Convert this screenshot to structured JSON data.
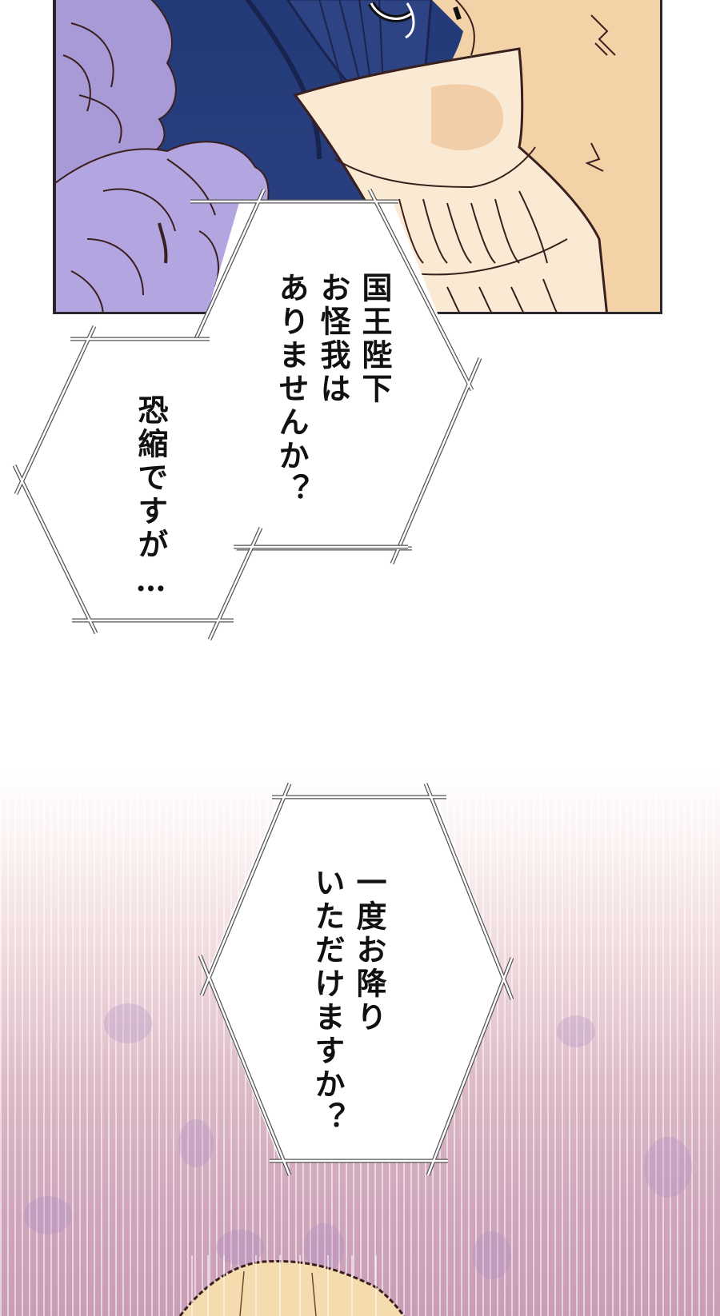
{
  "page": {
    "type": "vertical-webtoon-page",
    "background": "#ffffff"
  },
  "panels": [
    {
      "id": "top-panel",
      "description": "Dark navy background with lavender peony flowers on the left and a cream owl wing on the right",
      "colors": {
        "navy": "#233a78",
        "flower": "#a79ad6",
        "flower_shadow": "#7f6fb5",
        "wing": "#f6dcb6",
        "wing_shade": "#edc496",
        "line": "#3a1f1f"
      }
    },
    {
      "id": "bottom-panel",
      "description": "Pink-lavender vertical streak gradient background with blonde hair at bottom",
      "colors": {
        "gradient_top": "#ffffff",
        "gradient_bottom": "#c99db6",
        "hair": "#f3d9a8"
      }
    }
  ],
  "speech_bubbles": [
    {
      "id": "bubble-1",
      "shape": "hexagon",
      "lines": [
        "国王陛下",
        "お怪我は",
        "ありませんか？"
      ],
      "text": "国王陛下\nお怪我は\nありませんか？"
    },
    {
      "id": "bubble-2",
      "shape": "hexagon",
      "lines": [
        "恐縮ですが…"
      ],
      "text": "恐縮ですが…"
    },
    {
      "id": "bubble-3",
      "shape": "hexagon",
      "lines": [
        "一度お降り",
        "いただけますか？"
      ],
      "text": "一度お降り\nいただけますか？"
    }
  ]
}
